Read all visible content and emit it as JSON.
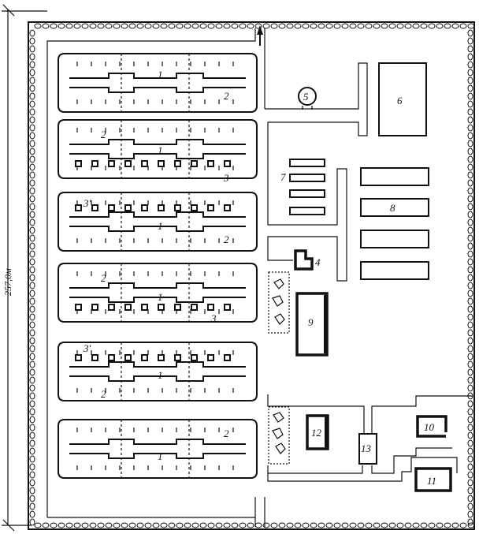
{
  "dimension_label": "257,0м",
  "labels": {
    "n1": "1",
    "n2": "2",
    "n3": "3",
    "n3p": "3'",
    "n4": "4",
    "n5": "5",
    "n6": "6",
    "n7": "7",
    "n8": "8",
    "n9": "9",
    "n10": "10",
    "n11": "11",
    "n12": "12",
    "n13": "13"
  }
}
